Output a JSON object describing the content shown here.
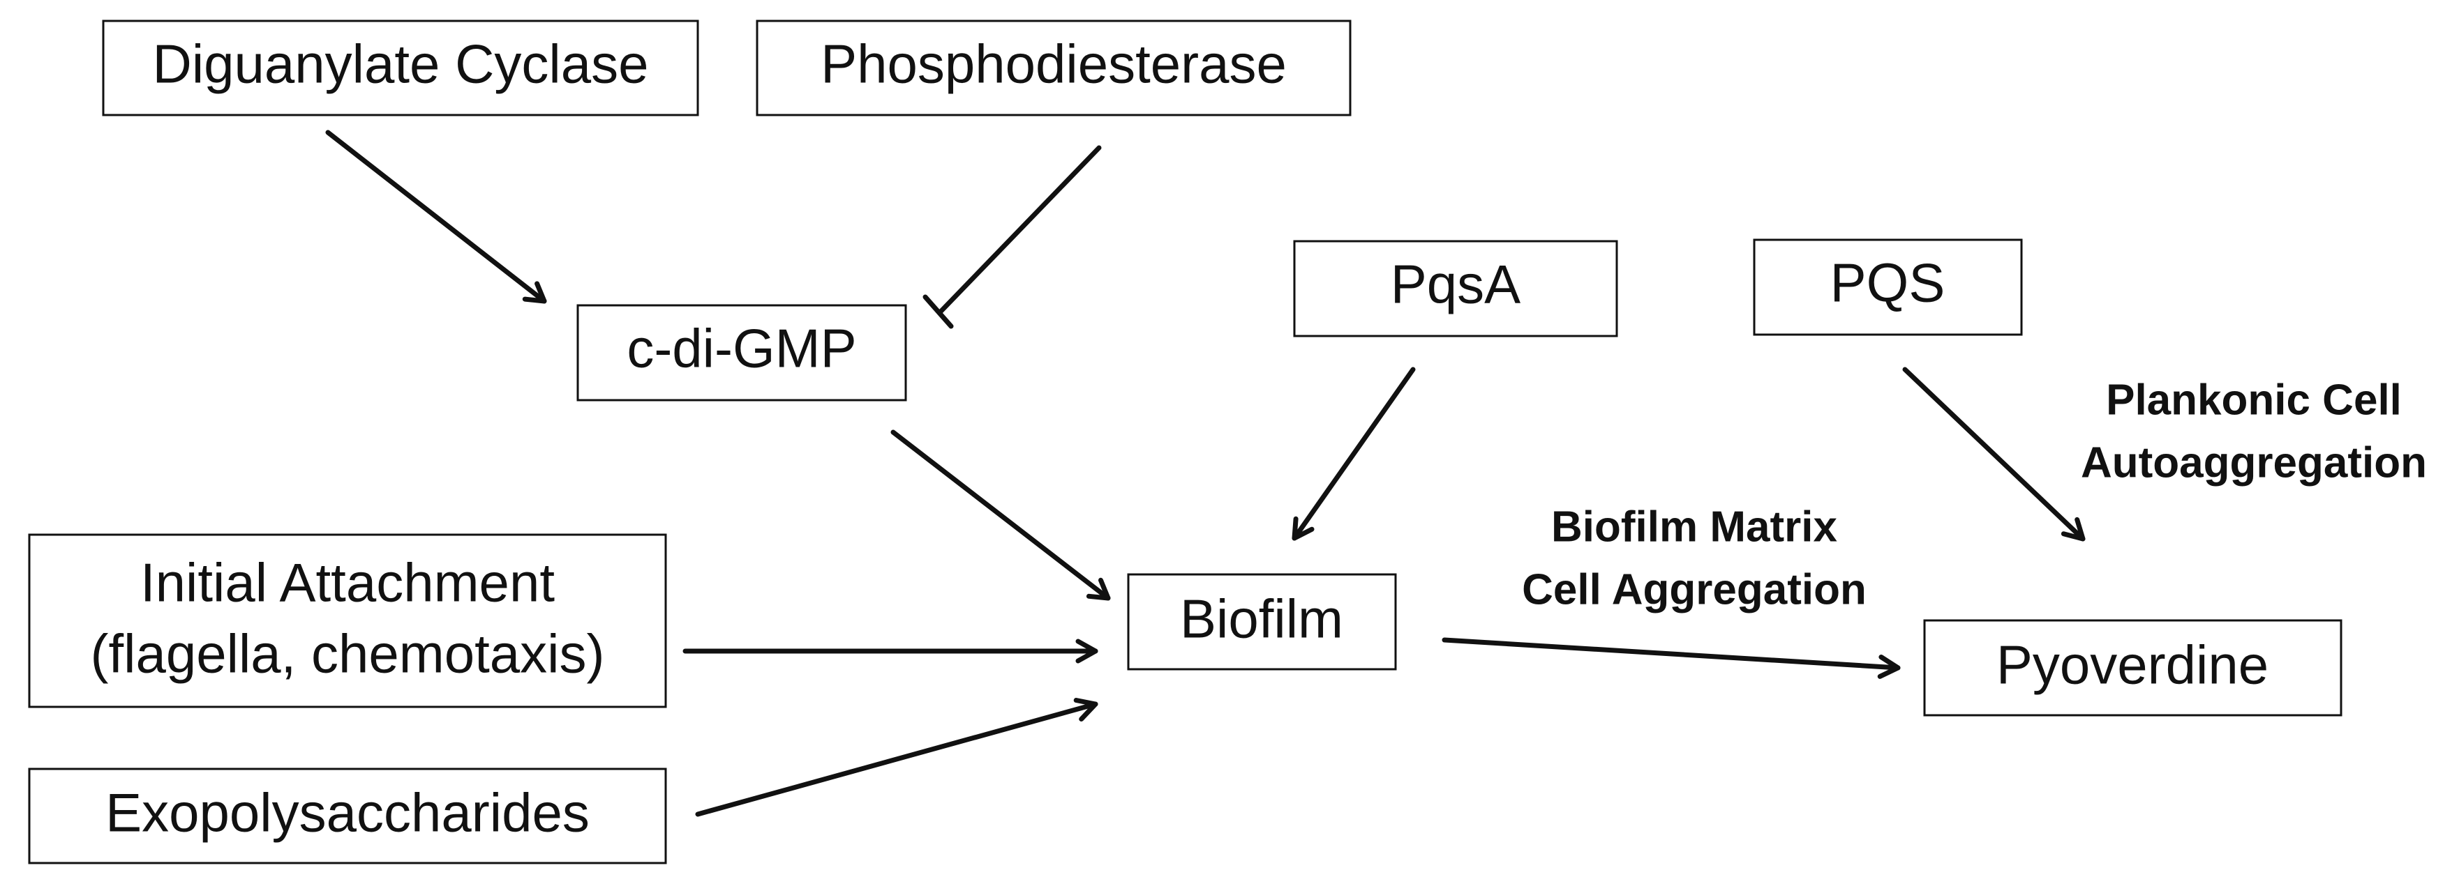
{
  "nodes": {
    "diguanylate_cyclase": {
      "label": "Diguanylate Cyclase"
    },
    "phosphodiesterase": {
      "label": "Phosphodiesterase"
    },
    "c_di_gmp": {
      "label": "c-di-GMP"
    },
    "pqsa": {
      "label": "PqsA"
    },
    "pqs": {
      "label": "PQS"
    },
    "initial_attachment": {
      "line1": "Initial Attachment",
      "line2": "(flagella, chemotaxis)"
    },
    "biofilm": {
      "label": "Biofilm"
    },
    "exopolysaccharides": {
      "label": "Exopolysaccharides"
    },
    "pyoverdine": {
      "label": "Pyoverdine"
    }
  },
  "edge_labels": {
    "biofilm_to_pyoverdine": {
      "line1": "Biofilm Matrix",
      "line2": "Cell Aggregation"
    },
    "pqs_to_pyoverdine": {
      "line1": "Plankonic Cell",
      "line2": "Autoaggregation"
    }
  },
  "edges": [
    {
      "from": "Diguanylate Cyclase",
      "to": "c-di-GMP",
      "type": "activation"
    },
    {
      "from": "Phosphodiesterase",
      "to": "c-di-GMP",
      "type": "inhibition"
    },
    {
      "from": "c-di-GMP",
      "to": "Biofilm",
      "type": "activation"
    },
    {
      "from": "PqsA",
      "to": "Biofilm",
      "type": "activation"
    },
    {
      "from": "Initial Attachment (flagella, chemotaxis)",
      "to": "Biofilm",
      "type": "activation"
    },
    {
      "from": "Exopolysaccharides",
      "to": "Biofilm",
      "type": "activation"
    },
    {
      "from": "Biofilm",
      "to": "Pyoverdine",
      "type": "activation"
    },
    {
      "from": "PQS",
      "to": "Pyoverdine",
      "type": "activation"
    }
  ]
}
